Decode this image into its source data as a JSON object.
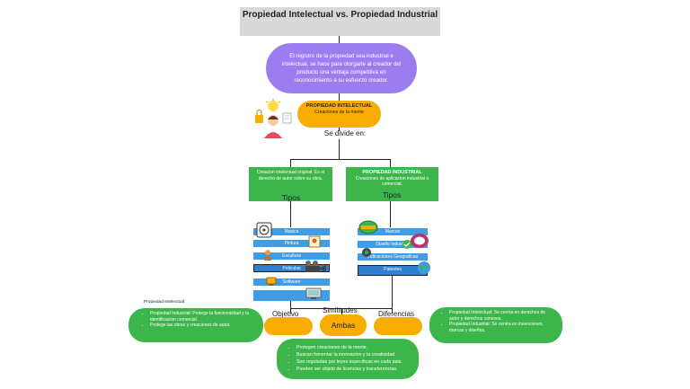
{
  "title": "Propiedad Intelectual vs. Propiedad Industrial",
  "intro_text": "El registro de la propiedad sea industrial e intelectual, se hace para otorgarle al creador del producto una ventaja competitiva en reconocimiento a su esfuerzo creador.",
  "propiedad_intelectual": {
    "title": "PROPIEDAD INTELECTUAL",
    "subtitle": "Creaciones de la mente"
  },
  "divide_label": "Se divide en:",
  "left_branch": {
    "description": "Creacion intelectual original. Es el derecho de autor sobre su obra.",
    "tipos_label": "Tipos",
    "items": [
      "Musica",
      "Pintura",
      "Escultura",
      "Peliculas",
      "Software"
    ]
  },
  "right_branch": {
    "title": "PROPIEDAD INDUSTRIAL",
    "description": "Creaciones de aplicacion industrial o comercial.",
    "tipos_label": "Tipos",
    "items": [
      "Marcas",
      "Diseño Industrial",
      "Indicaciones Geograficas",
      "Patentes"
    ]
  },
  "objetivo": {
    "label": "Objetivo",
    "heading": "Propiedad Intelectual:",
    "intel_text": "Protege las obras y creaciones de autor.",
    "industrial_label": "Propiedad Industrial:",
    "industrial_text": "Protege la funcionalidad y la identificacion comercial."
  },
  "similitudes": {
    "label": "Similitudes",
    "ambas_label": "Ambas",
    "points": [
      "Protegen creaciones de la mente.",
      "Buscan fomentar la innovacion y la creatividad.",
      "Son reguladas por leyes especificas en cada pais.",
      "Pueden ser objeto de licencias y transferencias."
    ]
  },
  "diferencias": {
    "label": "Diferencias",
    "intel_label": "Propiedad Intelectual:",
    "intel_text": "Se centra en derechos de autor y derechos conexos.",
    "industrial_label": "Propiedad Industrial:",
    "industrial_text": "Se centra en invenciones, marcas y diseños."
  },
  "colors": {
    "purple": "#9b7df0",
    "orange": "#f9ad00",
    "green": "#3cb54a",
    "blue": "#3f9de5",
    "title_bg": "#d9d9d9"
  }
}
